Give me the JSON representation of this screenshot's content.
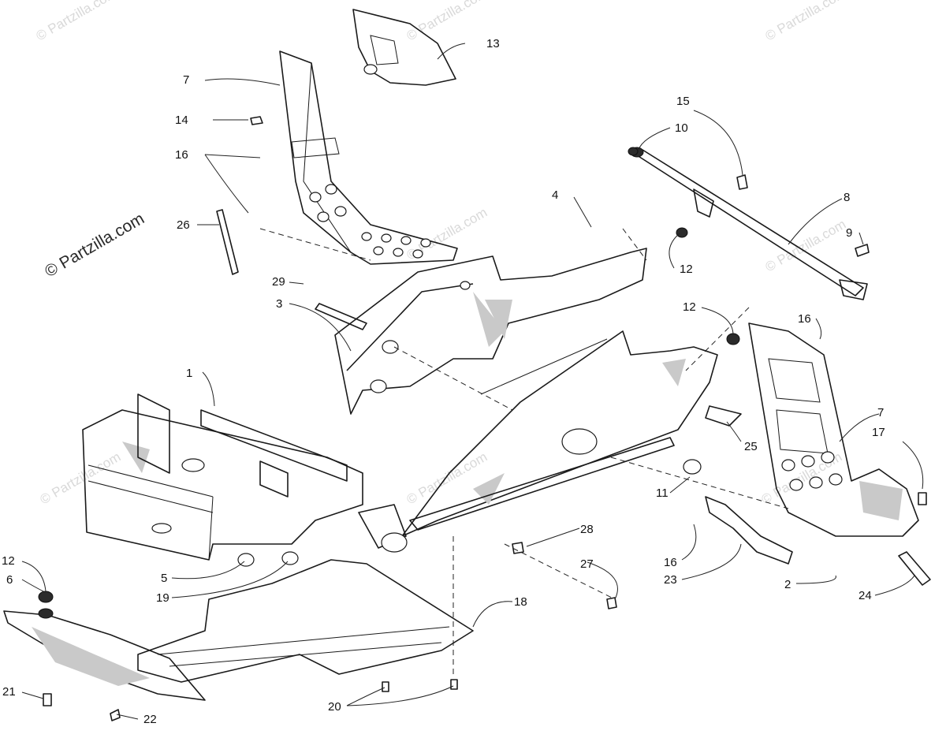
{
  "watermarks": {
    "main": "© Partzilla.com",
    "faint": "© Partzilla.com"
  },
  "callouts": {
    "c1": "1",
    "c2": "2",
    "c3": "3",
    "c4": "4",
    "c5": "5",
    "c6": "6",
    "c7a": "7",
    "c7b": "7",
    "c8": "8",
    "c9": "9",
    "c10": "10",
    "c11": "11",
    "c12a": "12",
    "c12b": "12",
    "c12c": "12",
    "c13": "13",
    "c14": "14",
    "c15": "15",
    "c16a": "16",
    "c16b": "16",
    "c16c": "16",
    "c17": "17",
    "c18": "18",
    "c19": "19",
    "c20": "20",
    "c21": "21",
    "c22": "22",
    "c23": "23",
    "c24": "24",
    "c25": "25",
    "c26": "26",
    "c27": "27",
    "c28": "28",
    "c29": "29"
  }
}
